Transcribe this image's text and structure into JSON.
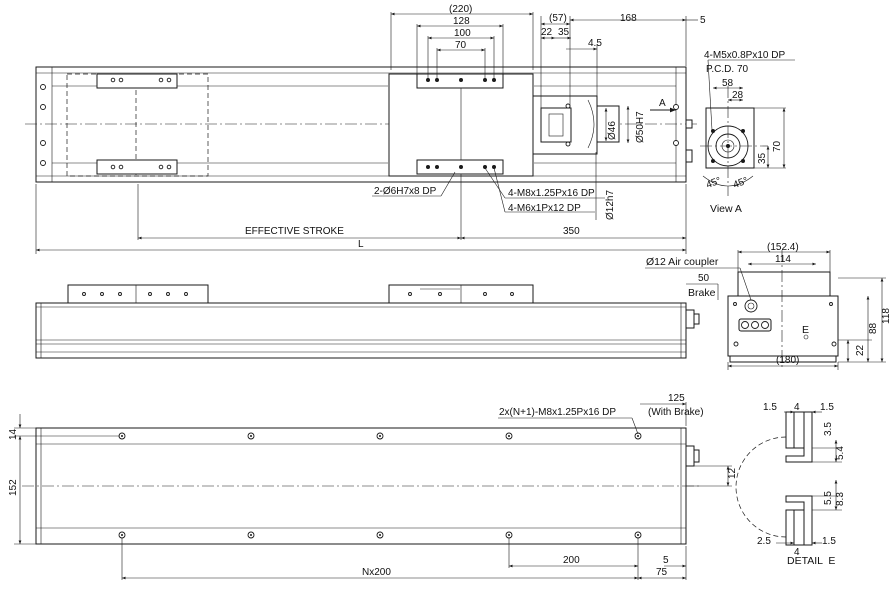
{
  "top_view": {
    "dim_220": "(220)",
    "dim_128": "128",
    "dim_100": "100",
    "dim_70": "70",
    "dim_57": "(57)",
    "dim_22": "22",
    "dim_35": "35",
    "dim_168": "168",
    "dim_5": "5",
    "dim_4_5": "4.5",
    "dim_46": "Ø46",
    "dim_50h7": "Ø50H7",
    "dim_12h7": "Ø12h7",
    "arrow_a": "A",
    "callout_dowel": "2-Ø6H7x8 DP",
    "callout_m8": "4-M8x1.25Px16 DP",
    "callout_m6": "4-M6x1Px12 DP",
    "effective_stroke": "EFFECTIVE STROKE",
    "dim_350": "350",
    "dim_l": "L"
  },
  "view_a": {
    "callout_m5": "4-M5x0.8Px10 DP",
    "pcd": "P.C.D. 70",
    "dim_58": "58",
    "dim_28": "28",
    "dim_35": "35",
    "dim_70": "70",
    "angle_left": "45°",
    "angle_right": "45°",
    "title": "View A"
  },
  "side_view": {
    "label_brake_dim": "50",
    "label_brake": "Brake"
  },
  "end_view": {
    "dim_152_4": "(152.4)",
    "dim_114": "114",
    "air_coupler": "Ø12 Air coupler",
    "label_e": "E",
    "dim_180": "(180)",
    "dim_22": "22",
    "dim_88": "88",
    "dim_118": "118"
  },
  "bottom_view": {
    "callout_holes": "2x(N+1)-M8x1.25Px16 DP",
    "dim_125": "125",
    "with_brake": "(With Brake)",
    "dim_14": "14",
    "dim_152": "152",
    "dim_12": "12",
    "dim_200": "200",
    "dim_5": "5",
    "dim_75": "75",
    "dim_nx200": "Nx200"
  },
  "detail_e": {
    "dim_1_5_a": "1.5",
    "dim_4_top": "4",
    "dim_1_5_b": "1.5",
    "dim_3_5": "3.5",
    "dim_5_4": "5.4",
    "dim_5_5": "5.5",
    "dim_8_3": "8.3",
    "dim_2_5": "2.5",
    "dim_4_bot": "4",
    "dim_1_5_c": "1.5",
    "title": "DETAIL  E"
  }
}
